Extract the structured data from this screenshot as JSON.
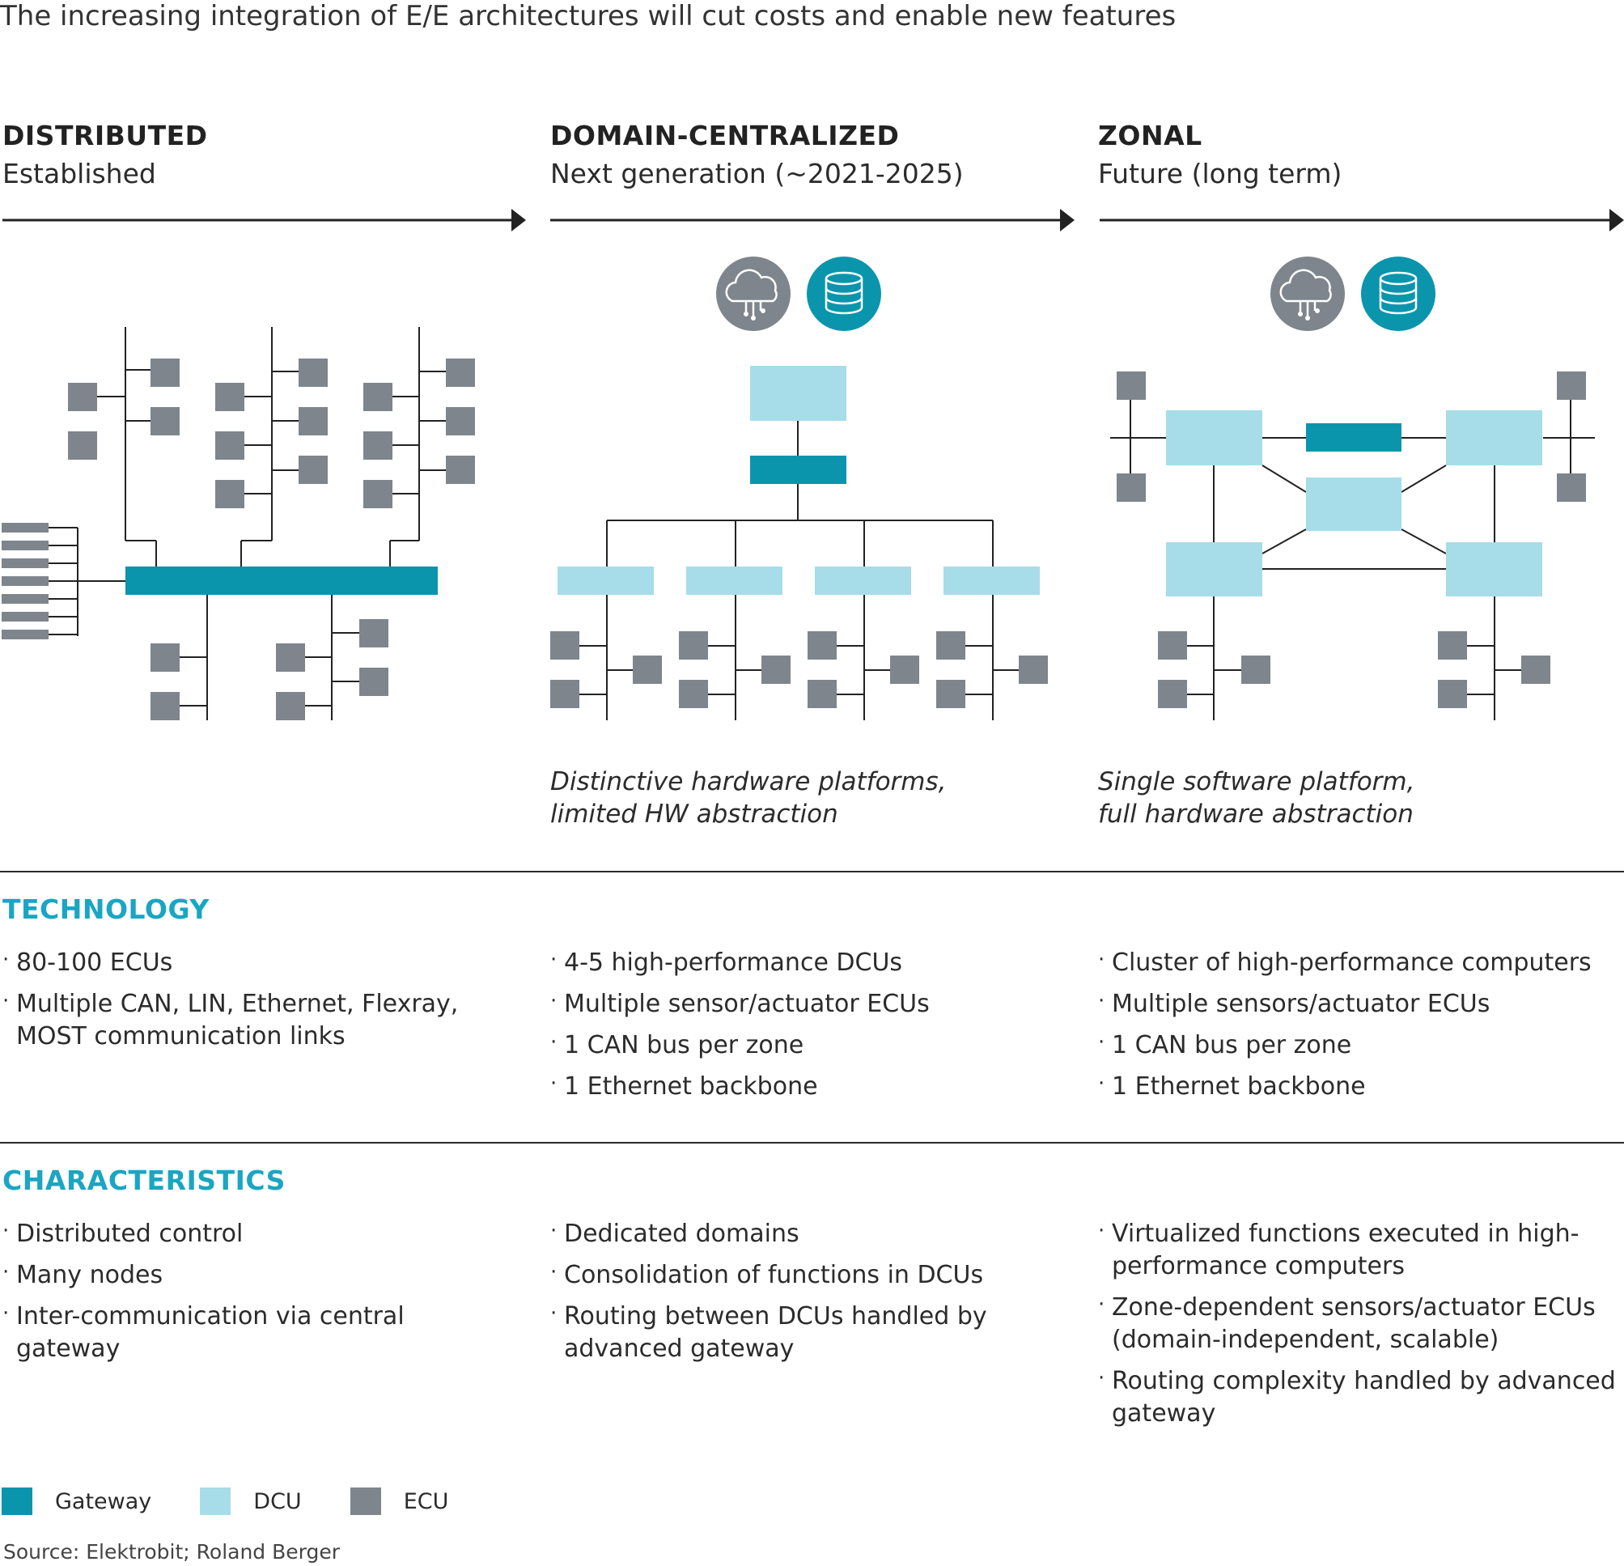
{
  "title": "The increasing integration of E/E architectures will cut costs and enable new features",
  "colors": {
    "gateway": "#0b95ad",
    "dcu": "#a6dde8",
    "ecu": "#7e858c",
    "accent": "#1aa6c2",
    "line": "#222222"
  },
  "icons": [
    "cloud-network-icon",
    "database-icon"
  ],
  "columns": [
    {
      "heading": "DISTRIBUTED",
      "subheading": "Established",
      "caption_line1": "",
      "caption_line2": "",
      "technology": [
        "80-100 ECUs",
        "Multiple CAN, LIN, Ethernet, Flexray, MOST communication links"
      ],
      "characteristics": [
        "Distributed control",
        "Many nodes",
        "Inter-communication via central gateway"
      ]
    },
    {
      "heading": "DOMAIN-CENTRALIZED",
      "subheading": "Next generation (~2021-2025)",
      "caption_line1": "Distinctive hardware platforms,",
      "caption_line2": "limited HW abstraction",
      "technology": [
        "4-5 high-performance DCUs",
        "Multiple sensor/actuator ECUs",
        "1 CAN bus per zone",
        "1 Ethernet backbone"
      ],
      "characteristics": [
        "Dedicated domains",
        "Consolidation of functions in DCUs",
        "Routing between DCUs handled by advanced gateway"
      ]
    },
    {
      "heading": "ZONAL",
      "subheading": "Future (long term)",
      "caption_line1": "Single software platform,",
      "caption_line2": "full hardware abstraction",
      "technology": [
        "Cluster of high-performance computers",
        "Multiple sensors/actuator ECUs",
        "1 CAN bus per zone",
        "1 Ethernet backbone"
      ],
      "characteristics": [
        "Virtualized functions executed in high-performance computers",
        "Zone-dependent sensors/actuator ECUs (domain-independent, scalable)",
        "Routing complexity handled by advanced gateway"
      ]
    }
  ],
  "sections": {
    "technology": "TECHNOLOGY",
    "characteristics": "CHARACTERISTICS"
  },
  "legend": [
    {
      "label": "Gateway",
      "color": "#0b95ad"
    },
    {
      "label": "DCU",
      "color": "#a6dde8"
    },
    {
      "label": "ECU",
      "color": "#7e858c"
    }
  ],
  "source": "Source: Elektrobit; Roland Berger"
}
